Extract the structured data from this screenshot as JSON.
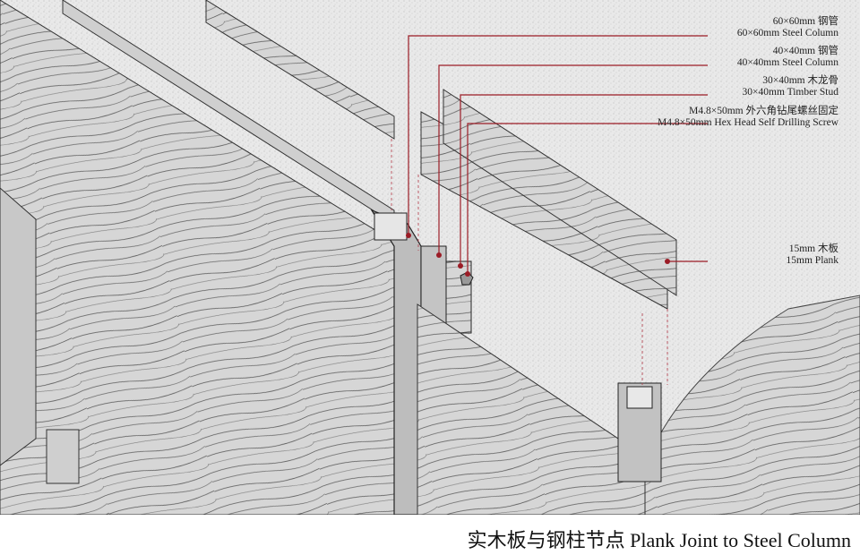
{
  "callouts": [
    {
      "cn": "60×60mm 钢管",
      "en": "60×60mm Steel Column"
    },
    {
      "cn": "40×40mm 钢管",
      "en": "40×40mm Steel Column"
    },
    {
      "cn": "30×40mm 木龙骨",
      "en": "30×40mm Timber Stud"
    },
    {
      "cn": "M4.8×50mm 外六角钻尾螺丝固定",
      "en": "M4.8×50mm Hex Head Self Drilling Screw"
    },
    {
      "cn": "15mm 木板",
      "en": "15mm Plank"
    }
  ],
  "caption": "实木板与钢柱节点  Plank Joint to Steel Column",
  "colors": {
    "leader": "#9b1c26",
    "wood": "#d2d2d2",
    "wood_dark": "#a9a9a9",
    "line": "#333333"
  }
}
